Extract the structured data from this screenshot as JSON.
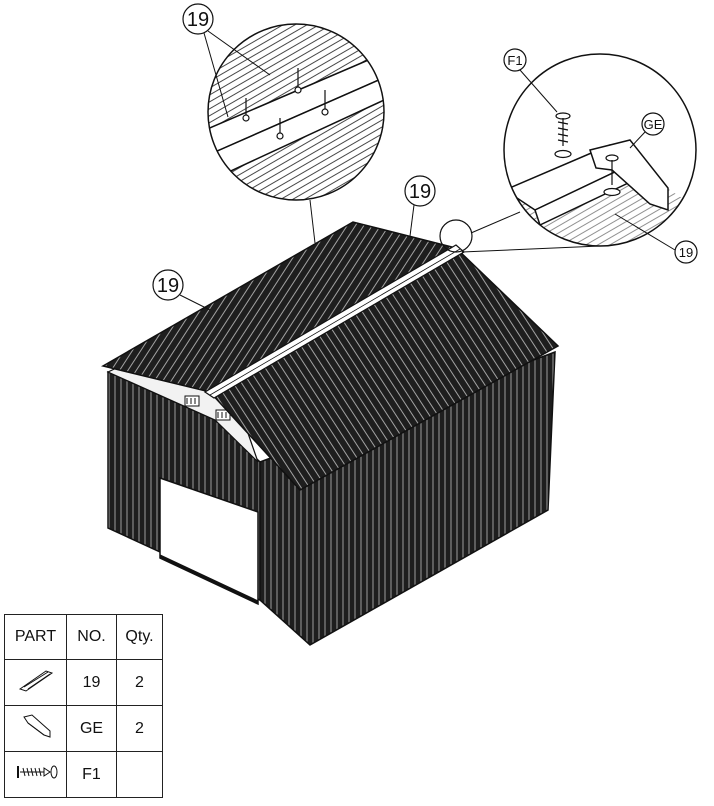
{
  "callouts": {
    "top_detail": "19",
    "roof_right": "19",
    "roof_left": "19",
    "detail_right_f1": "F1",
    "detail_right_ge": "GE",
    "detail_right_19": "19"
  },
  "parts_table": {
    "headers": [
      "PART",
      "NO.",
      "Qty."
    ],
    "rows": [
      {
        "part_icon": "roof-panel-icon",
        "no": "19",
        "qty": "2"
      },
      {
        "part_icon": "gable-end-cap-icon",
        "no": "GE",
        "qty": "2"
      },
      {
        "part_icon": "screw-washer-icon",
        "no": "F1",
        "qty": ""
      }
    ]
  }
}
